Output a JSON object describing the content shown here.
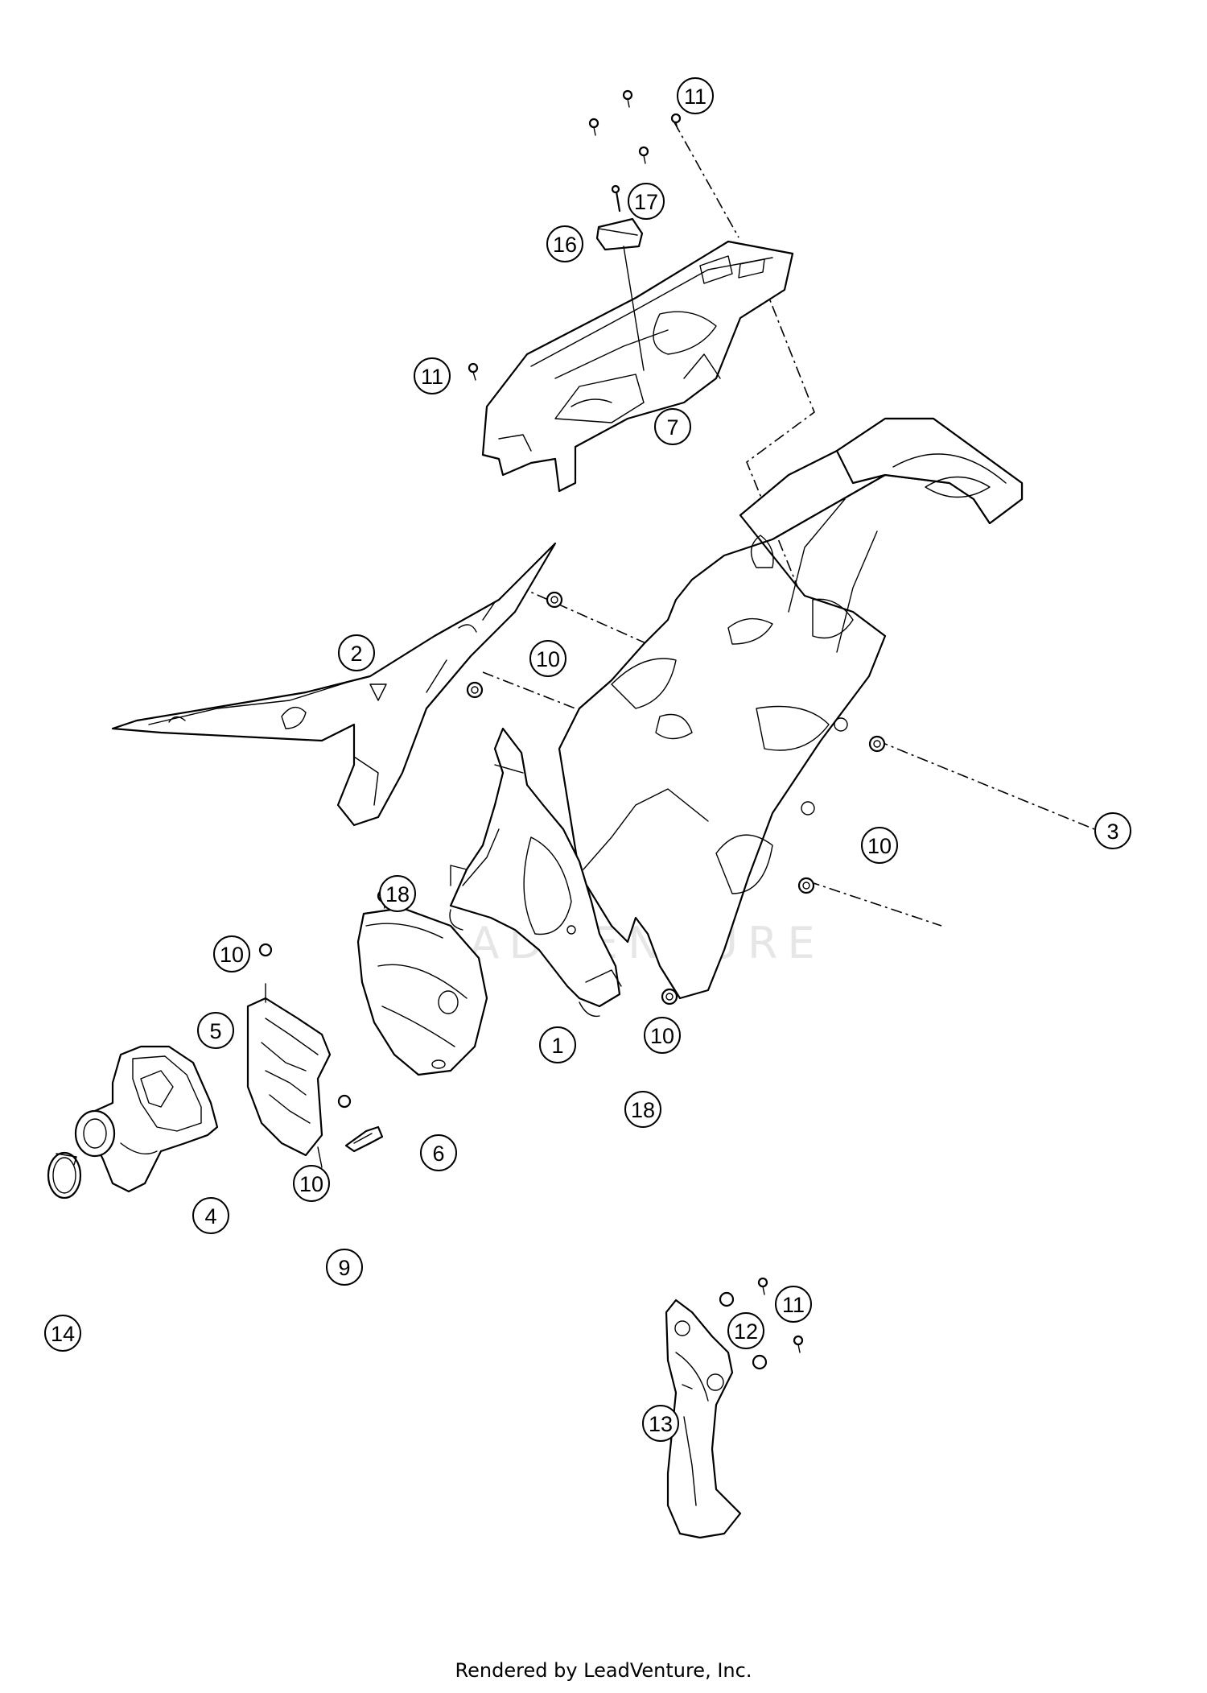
{
  "watermark": "LEADVENTURE",
  "footer": "Rendered by LeadVenture, Inc.",
  "callouts": [
    "11",
    "17",
    "16",
    "11",
    "7",
    "2",
    "10",
    "10",
    "3",
    "18",
    "10",
    "5",
    "1",
    "10",
    "18",
    "6",
    "4",
    "10",
    "9",
    "14",
    "11",
    "12",
    "13"
  ]
}
